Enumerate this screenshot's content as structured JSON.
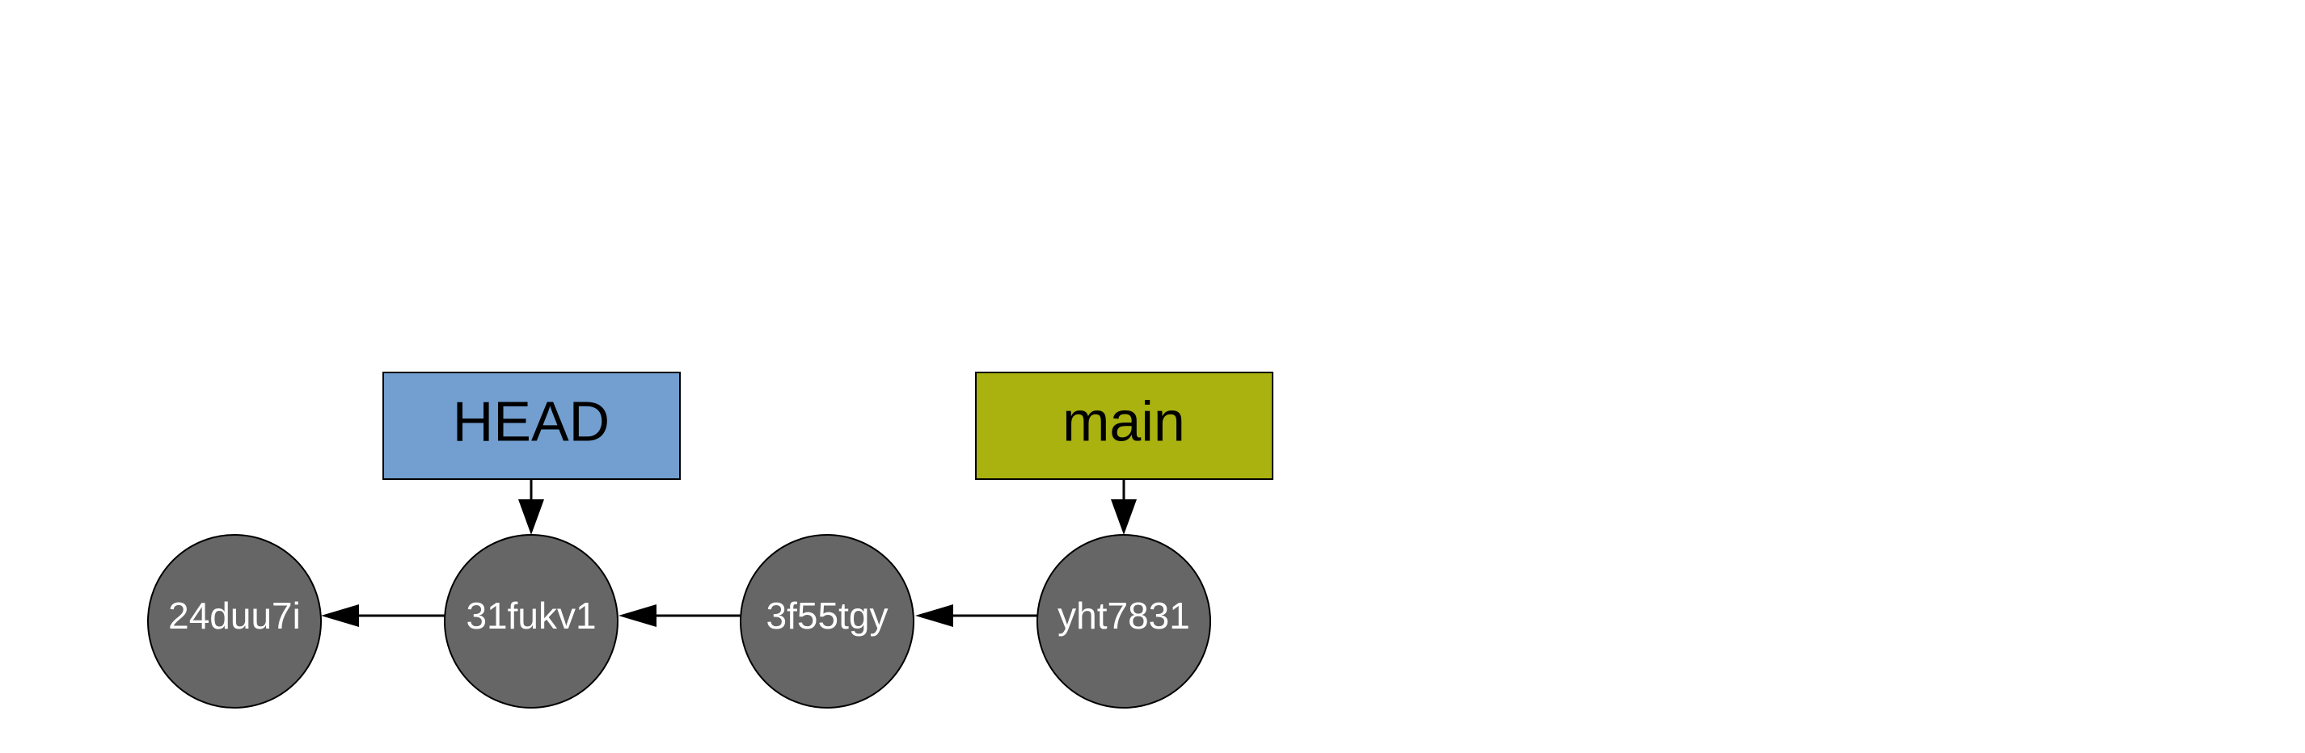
{
  "refs": {
    "head": {
      "label": "HEAD",
      "color": "#729fcf"
    },
    "main": {
      "label": "main",
      "color": "#a9b20e"
    }
  },
  "commits": [
    {
      "id": "24duu7i"
    },
    {
      "id": "31fukv1"
    },
    {
      "id": "3f55tgy"
    },
    {
      "id": "yht7831"
    }
  ],
  "colors": {
    "commit_fill": "#666666",
    "stroke": "#000000",
    "commit_text": "#ffffff"
  }
}
